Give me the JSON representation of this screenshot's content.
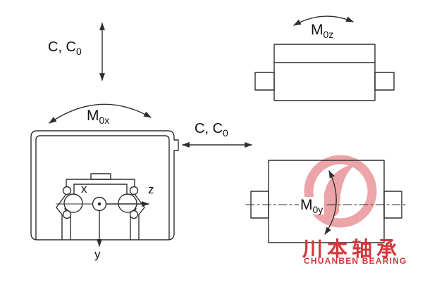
{
  "diagram": {
    "labels": {
      "load_top": {
        "base": "C, C",
        "sub": "0"
      },
      "load_mid": {
        "base": "C, C",
        "sub": "0"
      },
      "moment_x": {
        "base": "M",
        "sub": "0x"
      },
      "moment_z": {
        "base": "M",
        "sub": "0z"
      },
      "moment_y": {
        "base": "M",
        "sub": "0y"
      }
    },
    "axes": {
      "x": "x",
      "y": "y",
      "z": "z"
    }
  },
  "watermark": {
    "cn": "川本轴承",
    "en": "CHUANBEN BEARING"
  },
  "colors": {
    "line": "#2f2f2f",
    "text": "#111111",
    "watermark_red": "#d4373d"
  }
}
